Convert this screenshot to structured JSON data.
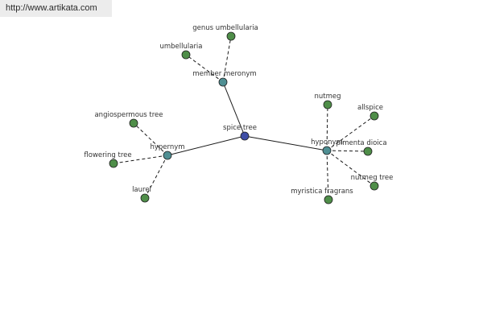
{
  "header": {
    "url": "http://www.artikata.com"
  },
  "colors": {
    "center": "#3f4ea6",
    "relation": "#4f8f93",
    "leaf": "#4f8e49",
    "edge": "#1a1a1a"
  },
  "graph": {
    "nodes": [
      {
        "id": "spice_tree",
        "label": "spice tree",
        "kind": "center"
      },
      {
        "id": "member_meronym",
        "label": "member meronym",
        "kind": "relation"
      },
      {
        "id": "hypernym",
        "label": "hypernym",
        "kind": "relation"
      },
      {
        "id": "hyponym",
        "label": "hyponym",
        "kind": "relation"
      },
      {
        "id": "genus_umbellularia",
        "label": "genus umbellularia",
        "kind": "leaf"
      },
      {
        "id": "umbellularia",
        "label": "umbellularia",
        "kind": "leaf"
      },
      {
        "id": "angiospermous_tree",
        "label": "angiospermous tree",
        "kind": "leaf"
      },
      {
        "id": "flowering_tree",
        "label": "flowering tree",
        "kind": "leaf"
      },
      {
        "id": "laurel",
        "label": "laurel",
        "kind": "leaf"
      },
      {
        "id": "nutmeg",
        "label": "nutmeg",
        "kind": "leaf"
      },
      {
        "id": "allspice",
        "label": "allspice",
        "kind": "leaf"
      },
      {
        "id": "pimenta_dioica",
        "label": "pimenta dioica",
        "kind": "leaf"
      },
      {
        "id": "nutmeg_tree",
        "label": "nutmeg tree",
        "kind": "leaf"
      },
      {
        "id": "myristica_fragrans",
        "label": "myristica fragrans",
        "kind": "leaf"
      }
    ],
    "edges": [
      {
        "from": "spice_tree",
        "to": "member_meronym",
        "style": "solid"
      },
      {
        "from": "spice_tree",
        "to": "hypernym",
        "style": "solid"
      },
      {
        "from": "spice_tree",
        "to": "hyponym",
        "style": "solid"
      },
      {
        "from": "member_meronym",
        "to": "genus_umbellularia",
        "style": "dashed"
      },
      {
        "from": "member_meronym",
        "to": "umbellularia",
        "style": "dashed"
      },
      {
        "from": "hypernym",
        "to": "angiospermous_tree",
        "style": "dashed"
      },
      {
        "from": "hypernym",
        "to": "flowering_tree",
        "style": "dashed"
      },
      {
        "from": "hypernym",
        "to": "laurel",
        "style": "dashed"
      },
      {
        "from": "hyponym",
        "to": "nutmeg",
        "style": "dashed"
      },
      {
        "from": "hyponym",
        "to": "allspice",
        "style": "dashed"
      },
      {
        "from": "hyponym",
        "to": "pimenta_dioica",
        "style": "dashed"
      },
      {
        "from": "hyponym",
        "to": "nutmeg_tree",
        "style": "dashed"
      },
      {
        "from": "hyponym",
        "to": "myristica_fragrans",
        "style": "dashed"
      }
    ]
  }
}
